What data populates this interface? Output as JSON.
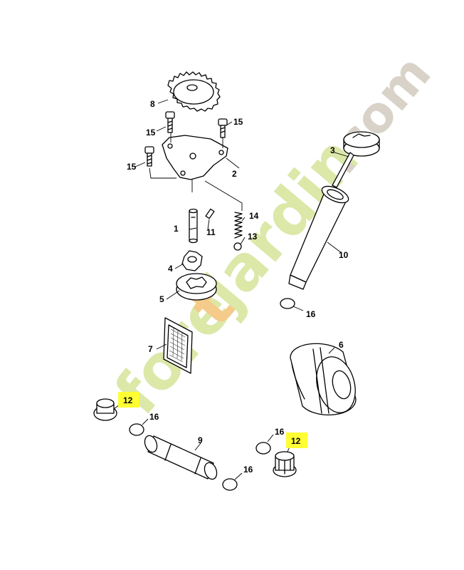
{
  "watermark": {
    "text_prefix": "fore",
    "text_accent": "t",
    "text_suffix": "jardin",
    "text_tail": ".com",
    "color_main": "#dbe8a8",
    "color_accent": "#f4cb8a",
    "color_tail": "#d8d2c8"
  },
  "highlight_color": "#ffff33",
  "labels": {
    "p1": "1",
    "p2": "2",
    "p3": "3",
    "p4": "4",
    "p5": "5",
    "p6": "6",
    "p7": "7",
    "p8": "8",
    "p9": "9",
    "p10": "10",
    "p11": "11",
    "p12a": "12",
    "p12b": "12",
    "p13": "13",
    "p14": "14",
    "p15a": "15",
    "p15b": "15",
    "p15c": "15",
    "p16a": "16",
    "p16b": "16",
    "p16c": "16",
    "p16d": "16"
  }
}
